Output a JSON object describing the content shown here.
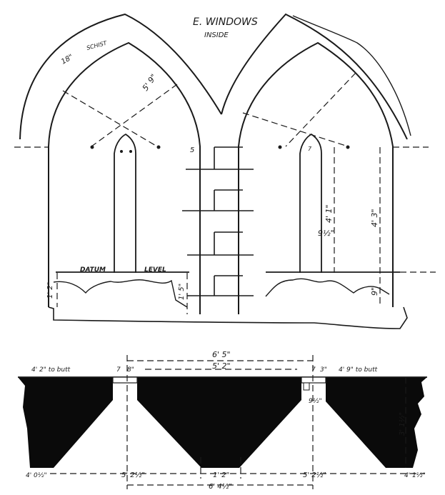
{
  "elevation": {
    "title": "E. WINDOWS",
    "subtitle": "INSIDE",
    "arch_note_thickness": "18\"",
    "arch_note_material": "SCHIST",
    "left_span": "5' 9\"",
    "small_span": "5",
    "sill_top": "DATUM",
    "sill_label": "LEVEL",
    "left_drop": "1' 2\"",
    "left_sill_depth": "1' 5\"",
    "opening_width": "9½\"",
    "opening_height": "4' 1\"",
    "right_total_height": "4' 3\"",
    "right_drop": "9\""
  },
  "plan": {
    "overall_top": "6' 5\"",
    "inner_top": "5' 2\"",
    "left_note": "4' 2\" to butt",
    "left_splay_small": "7",
    "left_splay_b": "8\"",
    "right_splay_small": "7",
    "right_splay_b": "3\"",
    "right_note": "4' 9\" to butt",
    "right_jamb": "9½\"",
    "right_depth": "3' 1½\"",
    "bottom_left": "4' 0½\"",
    "bottom_seg1": "5' 2½\"",
    "bottom_mid": "1' 2\"",
    "bottom_seg2": "5' 2½\"",
    "bottom_right": "4' 1½\"",
    "overall_bottom": "6' 4½\""
  },
  "colors": {
    "ink": "#1a1a1a",
    "paper": "#ffffff"
  }
}
